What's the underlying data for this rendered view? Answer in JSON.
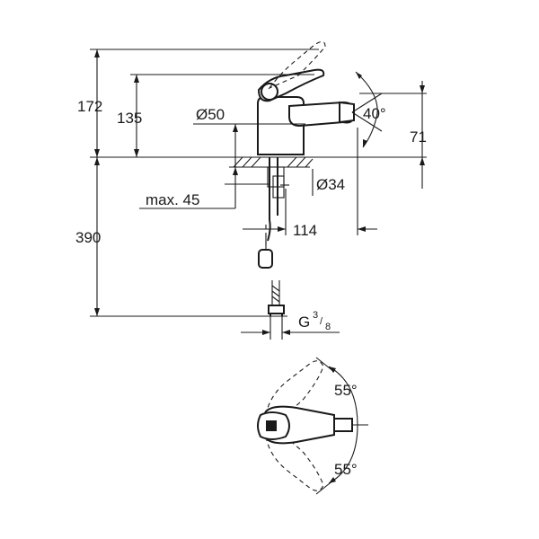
{
  "dimensions": {
    "height_total": "172",
    "height_spout": "135",
    "diameter_base": "Ø50",
    "angle_jet": "40°",
    "height_outlet": "71",
    "diameter_hole": "Ø34",
    "max_thickness": "max. 45",
    "projection": "114",
    "hose_length": "390",
    "connection_thread": "G",
    "thread_num": "3",
    "thread_den": "8",
    "lever_angle_top": "55°",
    "lever_angle_bottom": "55°"
  }
}
